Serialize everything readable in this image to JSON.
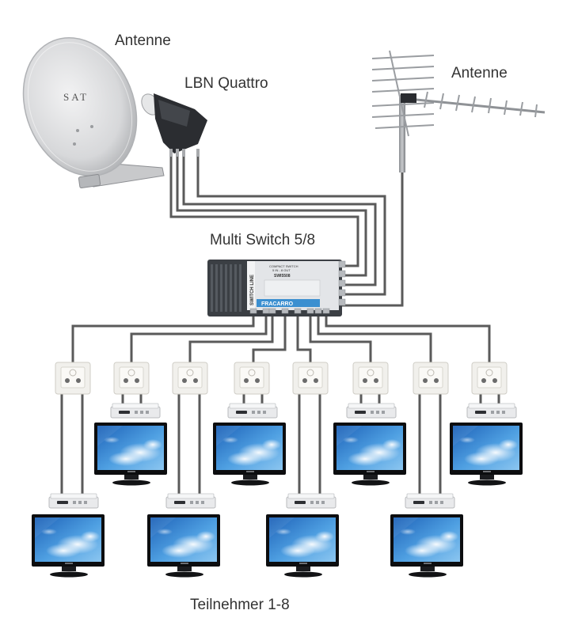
{
  "labels": {
    "antenna_sat": "Antenne",
    "lnb": "LBN Quattro",
    "antenna_terrestrial": "Antenne",
    "multiswitch": "Multi Switch 5/8",
    "subscribers": "Teilnehmer 1-8"
  },
  "dish_brand": "SAT",
  "switch": {
    "model": "SWI5508",
    "title": "COMPACT SWITCH",
    "sub": "5 IN - 8 OUT",
    "brand": "FRACARRO",
    "line": "SWITCH LINE"
  },
  "colors": {
    "cable": "#5a5a5a",
    "dish": "#d9dadc",
    "switch_body": "#e3e5e8",
    "switch_dark": "#3b3f44",
    "brand_blue": "#3b8fd0",
    "sky": "#3e8fd8"
  },
  "subscriber_count": 8
}
